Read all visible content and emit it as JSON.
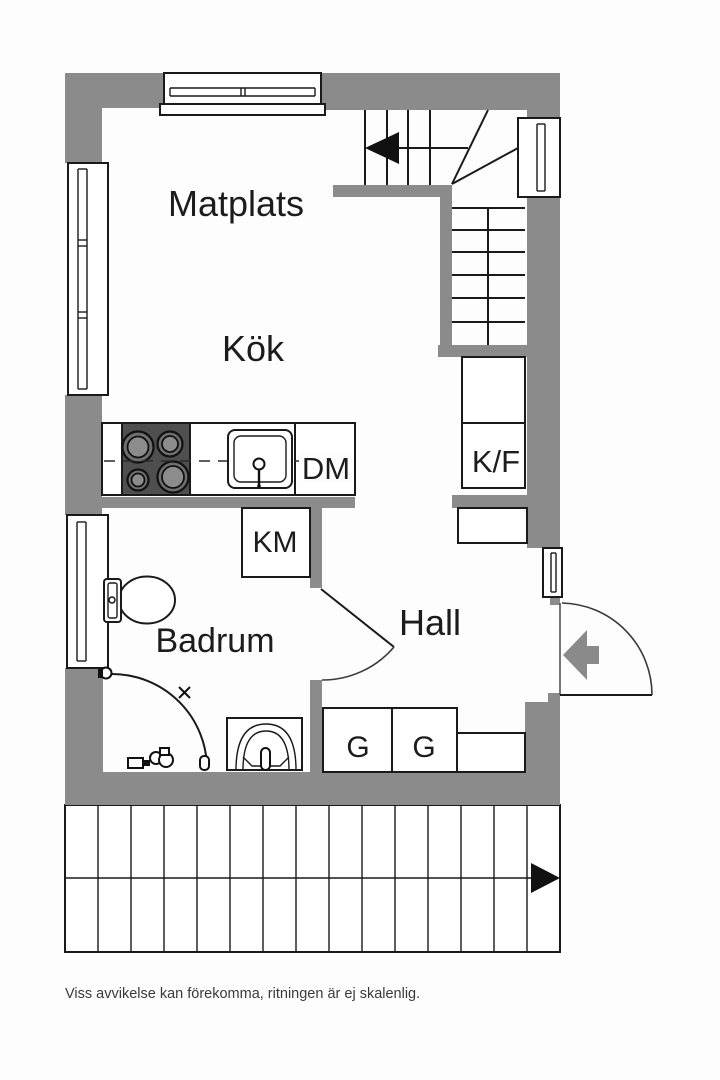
{
  "floorplan": {
    "rooms": {
      "dining": "Matplats",
      "kitchen": "Kök",
      "bathroom": "Badrum",
      "hall": "Hall"
    },
    "fixtures": {
      "fridge_freezer": "K/F",
      "dishwasher": "DM",
      "washing_machine": "KM",
      "wardrobe_1": "G",
      "wardrobe_2": "G"
    },
    "icons": {
      "stair_direction": "arrow-left",
      "entrance_direction": "arrow-left",
      "terrace_direction": "arrow-right"
    },
    "disclaimer": "Viss avvikelse kan förekomma, ritningen är ej skalenlig.",
    "colors": {
      "wall": "#8b8b8b",
      "line": "#1a1a1a",
      "stove": "#4f4f4f",
      "burner": "#8c8c8c",
      "entry_arrow": "#8a8a8a",
      "black_arrow": "#111111",
      "background": "#fdfdfd",
      "text": "#1c1c1c",
      "disclaimer_text": "#3a3a3a"
    }
  }
}
